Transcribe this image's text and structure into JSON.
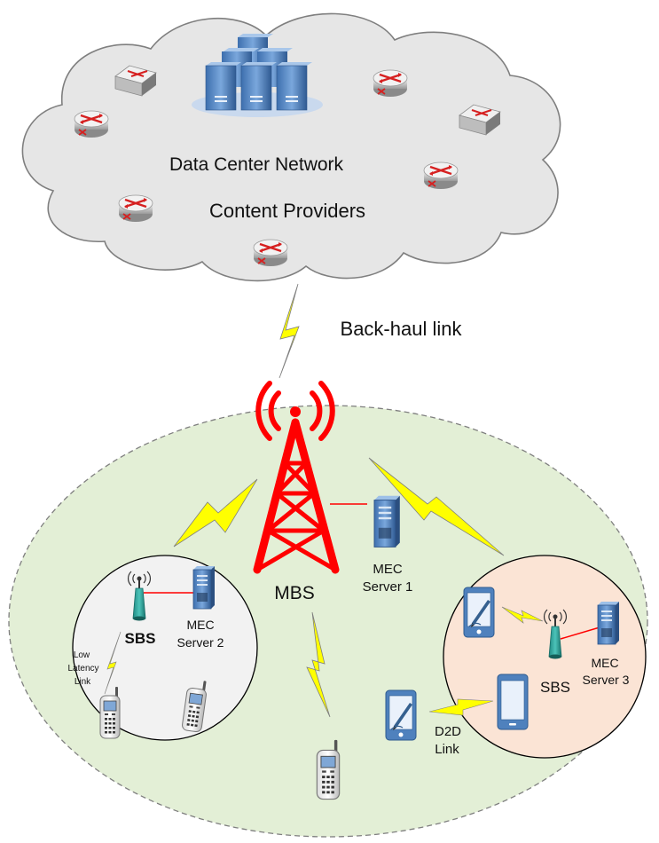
{
  "labels": {
    "data_center_network": "Data Center Network",
    "content_providers": "Content Providers",
    "backhaul_link": "Back-haul link",
    "mbs": "MBS",
    "mec_server_1_line1": "MEC",
    "mec_server_1_line2": "Server 1",
    "sbs_left": "SBS",
    "mec_server_2_line1": "MEC",
    "mec_server_2_line2": "Server 2",
    "low_latency_line1": "Low",
    "low_latency_line2": "Latency",
    "low_latency_line3": "Link",
    "sbs_right": "SBS",
    "mec_server_3_line1": "MEC",
    "mec_server_3_line2": "Server 3",
    "d2d_line1": "D2D",
    "d2d_line2": "Link"
  },
  "colors": {
    "cloud_fill": "#e6e6e6",
    "macro_cell_fill": "#e3efd6",
    "left_cell_fill": "#f2f2f2",
    "right_cell_fill": "#fbe4d5",
    "tower": "#ff0000",
    "lightning": "#ffff00",
    "server": "#4f81bd",
    "sbs_antenna": "#2aa39a"
  }
}
